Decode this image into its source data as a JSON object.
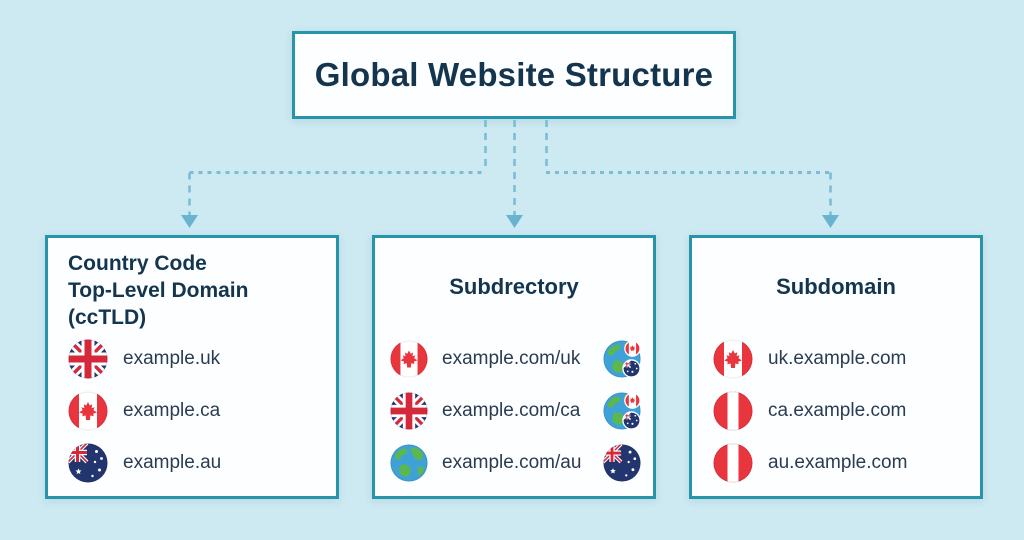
{
  "title": "Global Website Structure",
  "colors": {
    "background": "#cde9f2",
    "box_border": "#2795a9",
    "heading_text": "#14354e",
    "row_text": "#2a3c50",
    "connector_dash": "#7cbdd5",
    "arrowhead": "#68b3cf"
  },
  "cards": [
    {
      "heading_lines": [
        "Country Code",
        "Top-Level Domain",
        "(ccTLD)"
      ],
      "rows": [
        {
          "icon": "flag-uk",
          "label": "example.uk"
        },
        {
          "icon": "flag-canada",
          "label": "example.ca"
        },
        {
          "icon": "flag-australia",
          "label": "example.au"
        }
      ]
    },
    {
      "heading": "Subdrectory",
      "rows": [
        {
          "icon": "flag-canada",
          "label": "example.com/uk",
          "trailing_icon": "globe-with-flags"
        },
        {
          "icon": "flag-uk",
          "label": "example.com/ca",
          "trailing_icon": "globe-with-flags"
        },
        {
          "icon": "globe",
          "label": "example.com/au",
          "trailing_icon": "flag-australia"
        }
      ]
    },
    {
      "heading": "Subdomain",
      "rows": [
        {
          "icon": "flag-canada",
          "label": "uk.example.com"
        },
        {
          "icon": "flag-red-white",
          "label": "ca.example.com"
        },
        {
          "icon": "flag-red-white",
          "label": "au.example.com"
        }
      ]
    }
  ]
}
